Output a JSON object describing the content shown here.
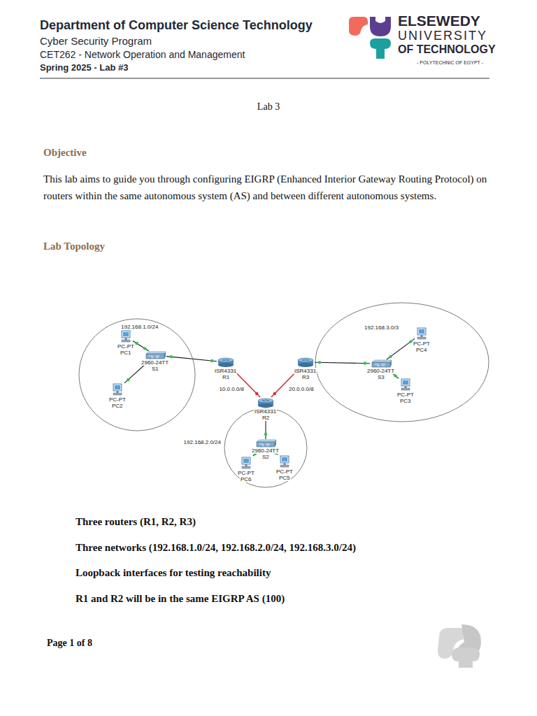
{
  "diagram": {
    "title": "Lab 3",
    "nodes": [
      {
        "text": [
          "192.168.1.0/24"
        ]
      },
      {
        "text": [
          "PC-PT",
          "PC1"
        ],
        "in": 0
      },
      {
        "text": [
          "2960-24TT",
          "S1"
        ],
        "in": 0
      },
      {
        "text": [
          "PC-PT",
          "PC2"
        ],
        "in": 0
      },
      {
        "text": [
          "ISR4331",
          "R1"
        ]
      },
      {
        "text": [
          "ISR4331",
          "R3"
        ]
      },
      {
        "text": [
          "192.168.3.0/3"
        ]
      },
      {
        "text": [
          "PC-PT",
          "PC4"
        ],
        "in": 6
      },
      {
        "text": [
          "2960-24TT",
          "S3"
        ],
        "in": 6
      },
      {
        "text": [
          "PC-PT",
          "PC3"
        ],
        "in": 6
      },
      {
        "text": [
          "192.168.2.0/24"
        ]
      },
      {
        "text": [
          "ISR4331",
          "R2"
        ],
        "in": 10
      },
      {
        "text": [
          "2960-24TT",
          "S2"
        ],
        "in": 10
      },
      {
        "text": [
          "PC-PT",
          "PC6"
        ],
        "in": 10
      },
      {
        "text": [
          "PC-PT",
          "PC5"
        ],
        "in": 10
      }
    ],
    "edges": [
      {
        "from": 1,
        "to": 2,
        "arrow": "none"
      },
      {
        "from": 3,
        "to": 2,
        "arrow": "none"
      },
      {
        "from": 2,
        "to": 4,
        "arrow": "none"
      },
      {
        "from": 4,
        "to": 11,
        "label": "10.0.0.0/8",
        "arrow": "none"
      },
      {
        "from": 11,
        "to": 5,
        "label": "20.0.0.0/8",
        "arrow": "none"
      },
      {
        "from": 5,
        "to": 8,
        "arrow": "none"
      },
      {
        "from": 8,
        "to": 7,
        "arrow": "none"
      },
      {
        "from": 8,
        "to": 9,
        "arrow": "none"
      },
      {
        "from": 11,
        "to": 12,
        "arrow": "none"
      },
      {
        "from": 12,
        "to": 13,
        "arrow": "none"
      },
      {
        "from": 12,
        "to": 14,
        "arrow": "none"
      }
    ],
    "labels": [
      "Department of Computer Science Technology",
      "Cyber Security Program",
      "CET262 - Network Operation and Management",
      "Spring 2025 - Lab #3",
      "ELSEWEDY",
      "UNIVERSITY",
      "OF TECHNOLOGY",
      "- POLYTECHNIC OF EGYPT -",
      "Objective",
      "This lab aims to guide you through configuring EIGRP (Enhanced Interior Gateway Routing Protocol) on routers within the same autonomous system (AS) and between different autonomous systems.",
      "Lab Topology",
      "Three routers (R1, R2, R3)",
      "Three networks (192.168.1.0/24, 192.168.2.0/24, 192.168.3.0/24)",
      "Loopback interfaces for testing reachability",
      "R1 and R2 will be in the same EIGRP AS (100)",
      "Page 1 of 8"
    ]
  }
}
